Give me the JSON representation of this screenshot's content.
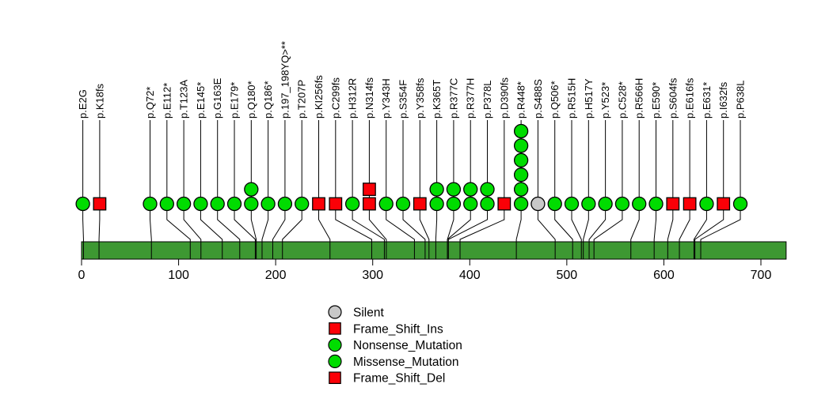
{
  "chart_data": {
    "type": "lollipop",
    "title": "",
    "xlabel": "",
    "background_color": "#ffffff",
    "axis": {
      "ticks": [
        0,
        100,
        200,
        300,
        400,
        500,
        600,
        700
      ],
      "protein_length": 726
    },
    "track": {
      "color": "#3d9832",
      "border_color": "#000000"
    },
    "marker_colors": {
      "green": "#00dc00",
      "red": "#fb0007",
      "gray": "#c8c8c8"
    },
    "mutations": [
      {
        "label": "p.E2G",
        "position": 2,
        "shape": "circle",
        "color": "green",
        "count": 1
      },
      {
        "label": "p.K18fs",
        "position": 18,
        "shape": "square",
        "color": "red",
        "count": 1
      },
      {
        "label": "p.Q72*",
        "position": 72,
        "shape": "circle",
        "color": "green",
        "count": 1
      },
      {
        "label": "p.E112*",
        "position": 112,
        "shape": "circle",
        "color": "green",
        "count": 1
      },
      {
        "label": "p.T123A",
        "position": 123,
        "shape": "circle",
        "color": "green",
        "count": 1
      },
      {
        "label": "p.E145*",
        "position": 145,
        "shape": "circle",
        "color": "green",
        "count": 1
      },
      {
        "label": "p.G163E",
        "position": 163,
        "shape": "circle",
        "color": "green",
        "count": 1
      },
      {
        "label": "p.E179*",
        "position": 179,
        "shape": "circle",
        "color": "green",
        "count": 1
      },
      {
        "label": "p.Q180*",
        "position": 180,
        "shape": "circle",
        "color": "green",
        "count": 2
      },
      {
        "label": "p.Q186*",
        "position": 186,
        "shape": "circle",
        "color": "green",
        "count": 1
      },
      {
        "label": "p.197_198YQ>**",
        "position": 197,
        "shape": "circle",
        "color": "green",
        "count": 1
      },
      {
        "label": "p.T207P",
        "position": 207,
        "shape": "circle",
        "color": "green",
        "count": 1
      },
      {
        "label": "p.KI256fs",
        "position": 256,
        "shape": "square",
        "color": "red",
        "count": 1
      },
      {
        "label": "p.C299fs",
        "position": 299,
        "shape": "square",
        "color": "red",
        "count": 1
      },
      {
        "label": "p.H312R",
        "position": 312,
        "shape": "circle",
        "color": "green",
        "count": 1
      },
      {
        "label": "p.N314fs",
        "position": 314,
        "shape": "square",
        "color": "red",
        "count": 2
      },
      {
        "label": "p.Y343H",
        "position": 343,
        "shape": "circle",
        "color": "green",
        "count": 1
      },
      {
        "label": "p.S354F",
        "position": 354,
        "shape": "circle",
        "color": "green",
        "count": 1
      },
      {
        "label": "p.Y358fs",
        "position": 358,
        "shape": "square",
        "color": "red",
        "count": 1
      },
      {
        "label": "p.K365T",
        "position": 365,
        "shape": "circle",
        "color": "green",
        "count": 2
      },
      {
        "label": "p.R377C",
        "position": 377,
        "shape": "circle",
        "color": "green",
        "count": 2
      },
      {
        "label": "p.R377H",
        "position": 377,
        "shape": "circle",
        "color": "green",
        "count": 2
      },
      {
        "label": "p.P378L",
        "position": 378,
        "shape": "circle",
        "color": "green",
        "count": 2
      },
      {
        "label": "p.D390fs",
        "position": 390,
        "shape": "square",
        "color": "red",
        "count": 1
      },
      {
        "label": "p.R448*",
        "position": 448,
        "shape": "circle",
        "color": "green",
        "count": 6
      },
      {
        "label": "p.S488S",
        "position": 488,
        "shape": "circle",
        "color": "gray",
        "count": 1
      },
      {
        "label": "p.Q506*",
        "position": 506,
        "shape": "circle",
        "color": "green",
        "count": 1
      },
      {
        "label": "p.R515H",
        "position": 515,
        "shape": "circle",
        "color": "green",
        "count": 1
      },
      {
        "label": "p.H517Y",
        "position": 517,
        "shape": "circle",
        "color": "green",
        "count": 1
      },
      {
        "label": "p.Y523*",
        "position": 523,
        "shape": "circle",
        "color": "green",
        "count": 1
      },
      {
        "label": "p.C528*",
        "position": 528,
        "shape": "circle",
        "color": "green",
        "count": 1
      },
      {
        "label": "p.R566H",
        "position": 566,
        "shape": "circle",
        "color": "green",
        "count": 1
      },
      {
        "label": "p.E590*",
        "position": 590,
        "shape": "circle",
        "color": "green",
        "count": 1
      },
      {
        "label": "p.S604fs",
        "position": 604,
        "shape": "square",
        "color": "red",
        "count": 1
      },
      {
        "label": "p.E616fs",
        "position": 616,
        "shape": "square",
        "color": "red",
        "count": 1
      },
      {
        "label": "p.E631*",
        "position": 631,
        "shape": "circle",
        "color": "green",
        "count": 1
      },
      {
        "label": "p.I632fs",
        "position": 632,
        "shape": "square",
        "color": "red",
        "count": 1
      },
      {
        "label": "p.P638L",
        "position": 638,
        "shape": "circle",
        "color": "green",
        "count": 1
      }
    ],
    "legend": {
      "position": "bottom",
      "entries": [
        {
          "label": "Silent",
          "shape": "circle",
          "color": "gray"
        },
        {
          "label": "Frame_Shift_Ins",
          "shape": "square",
          "color": "red"
        },
        {
          "label": "Nonsense_Mutation",
          "shape": "circle",
          "color": "green"
        },
        {
          "label": "Missense_Mutation",
          "shape": "circle",
          "color": "green"
        },
        {
          "label": "Frame_Shift_Del",
          "shape": "square",
          "color": "red"
        }
      ]
    }
  }
}
